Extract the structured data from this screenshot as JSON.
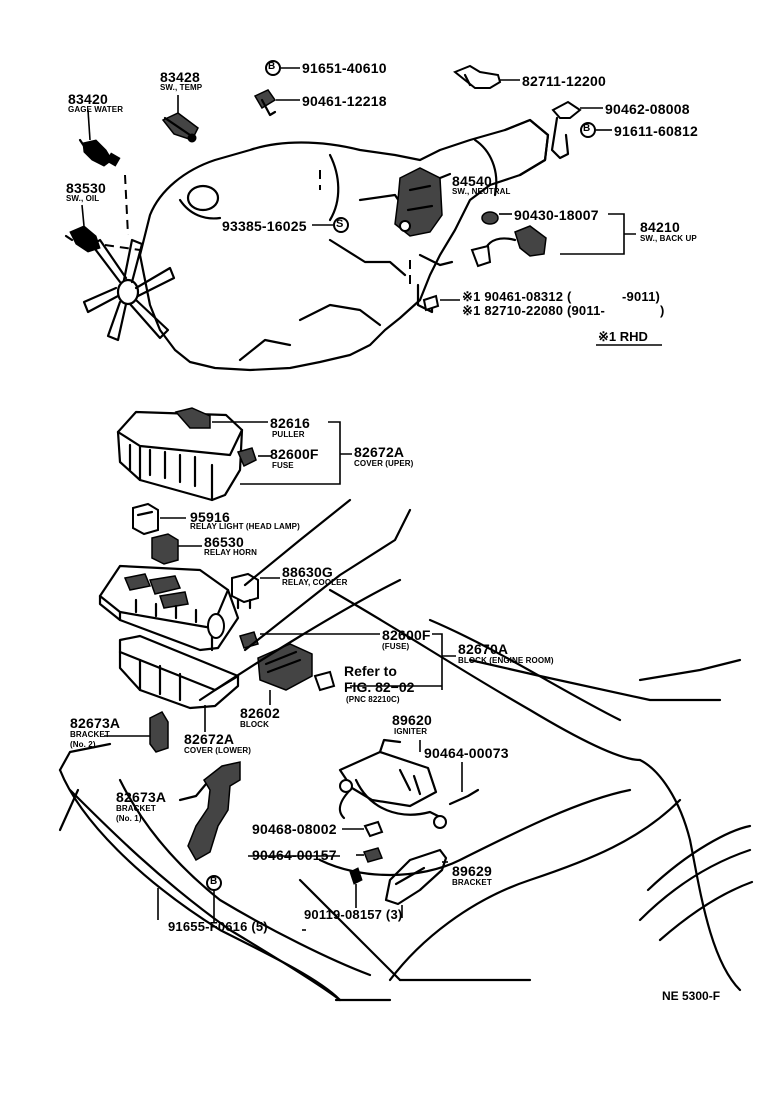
{
  "parts": {
    "p83420": {
      "number": "83420",
      "desc": "GAGE WATER"
    },
    "p83428": {
      "number": "83428",
      "desc": "SW., TEMP"
    },
    "p91651": {
      "number": "91651-40610"
    },
    "p90461a": {
      "number": "90461-12218"
    },
    "p82711": {
      "number": "82711-12200"
    },
    "p90462": {
      "number": "90462-08008"
    },
    "p91611": {
      "number": "91611-60812"
    },
    "p83530": {
      "number": "83530",
      "desc": "SW., OIL"
    },
    "p84540": {
      "number": "84540",
      "desc": "SW., NEUTRAL"
    },
    "p90430": {
      "number": "90430-18007"
    },
    "p84210": {
      "number": "84210",
      "desc": "SW., BACK UP"
    },
    "p93385": {
      "number": "93385-16025"
    },
    "p90461b": {
      "number": "※1 90461-08312 (",
      "range": "-9011)"
    },
    "p82710": {
      "number": "※1 82710-22080 (9011-",
      "range": ")"
    },
    "p82616": {
      "number": "82616",
      "desc": "PULLER"
    },
    "p82600a": {
      "number": "82600F",
      "desc": "FUSE"
    },
    "p82672a": {
      "number": "82672A",
      "desc": "COVER (UPER)"
    },
    "p95916": {
      "number": "95916",
      "desc": "RELAY LIGHT (HEAD LAMP)"
    },
    "p86530": {
      "number": "86530",
      "desc": "RELAY HORN"
    },
    "p88630": {
      "number": "88630G",
      "desc": "RELAY, COOLER"
    },
    "p82600b": {
      "number": "82600F",
      "desc": "(FUSE)"
    },
    "p82670": {
      "number": "82670A",
      "desc": "BLOCK (ENGINE ROOM)"
    },
    "p82602": {
      "number": "82602",
      "desc": "BLOCK"
    },
    "p82673a": {
      "number": "82673A",
      "desc1": "BRACKET",
      "desc2": "(No. 2)"
    },
    "p82672b": {
      "number": "82672A",
      "desc": "COVER (LOWER)"
    },
    "p89620": {
      "number": "89620",
      "desc": "IGNITER"
    },
    "p90464a": {
      "number": "90464-00073"
    },
    "p82673b": {
      "number": "82673A",
      "desc1": "BRACKET",
      "desc2": "(No. 1)"
    },
    "p90468": {
      "number": "90468-08002"
    },
    "p90464b": {
      "number": "90464-00157"
    },
    "p89629": {
      "number": "89629",
      "desc": "BRACKET"
    },
    "p90119": {
      "number": "90119-08157 (3)"
    },
    "p91655": {
      "number": "91655-F0616 (5)"
    }
  },
  "refer": {
    "line1": "Refer to",
    "line2": "FIG. 82−02",
    "line3": "(PNC 82210C)"
  },
  "note": {
    "label": "※1 RHD"
  },
  "figure_code": "NE  5300-F",
  "washer_mark": "S",
  "bolt_mark": "B"
}
